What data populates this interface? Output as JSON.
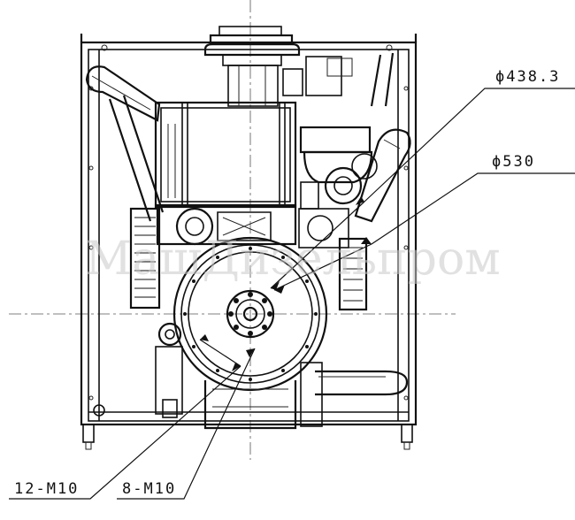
{
  "drawing": {
    "watermark": "МашДизельпром",
    "callouts": {
      "top_diameter": "ϕ438.3",
      "mid_diameter": "ϕ530",
      "bolt_pattern_12": "12-M10",
      "bolt_pattern_8": "8-M10"
    },
    "colors": {
      "ink": "#111111",
      "background": "#ffffff",
      "watermark": "#c9c9c9"
    }
  }
}
